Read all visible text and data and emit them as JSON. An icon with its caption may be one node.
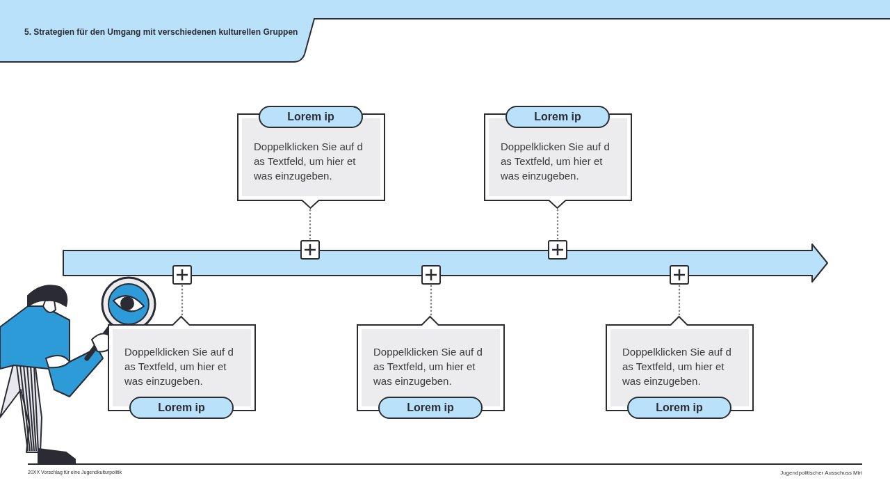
{
  "diagram": {
    "title": "5. Strategien für den Umgang mit verschiedenen kulturellen Gruppen",
    "nodes": [
      {
        "text": [
          "Lorem ip",
          "Doppelklicken Sie auf d as Textfeld, um hier et was einzugeben."
        ]
      },
      {
        "text": [
          "Lorem ip",
          "Doppelklicken Sie auf d as Textfeld, um hier et was einzugeben."
        ]
      },
      {
        "text": [],
        "shape": "box"
      },
      {
        "text": [],
        "shape": "box"
      },
      {
        "text": [],
        "shape": "box"
      },
      {
        "text": [],
        "shape": "box"
      },
      {
        "text": [],
        "shape": "box"
      },
      {
        "text": [
          "Doppelklicken Sie auf d as Textfeld, um hier et was einzugeben.",
          "Lorem ip"
        ]
      },
      {
        "text": [
          "Doppelklicken Sie auf d as Textfeld, um hier et was einzugeben.",
          "Lorem ip"
        ]
      },
      {
        "text": [
          "Doppelklicken Sie auf d as Textfeld, um hier et was einzugeben.",
          "Lorem ip"
        ]
      }
    ],
    "edges": [
      {
        "from": 2,
        "to": 0,
        "arrow": "none",
        "style": "dashed"
      },
      {
        "from": 3,
        "to": 1,
        "arrow": "none",
        "style": "dashed"
      },
      {
        "from": 4,
        "to": 7,
        "arrow": "none",
        "style": "dashed"
      },
      {
        "from": 5,
        "to": 8,
        "arrow": "none",
        "style": "dashed"
      },
      {
        "from": 6,
        "to": 9,
        "arrow": "none",
        "style": "dashed"
      }
    ],
    "labels": [
      "20XX Vorschlag für eine Jugendkulturpolitik",
      "Jugendpolitischer Ausschuss Miri"
    ]
  }
}
